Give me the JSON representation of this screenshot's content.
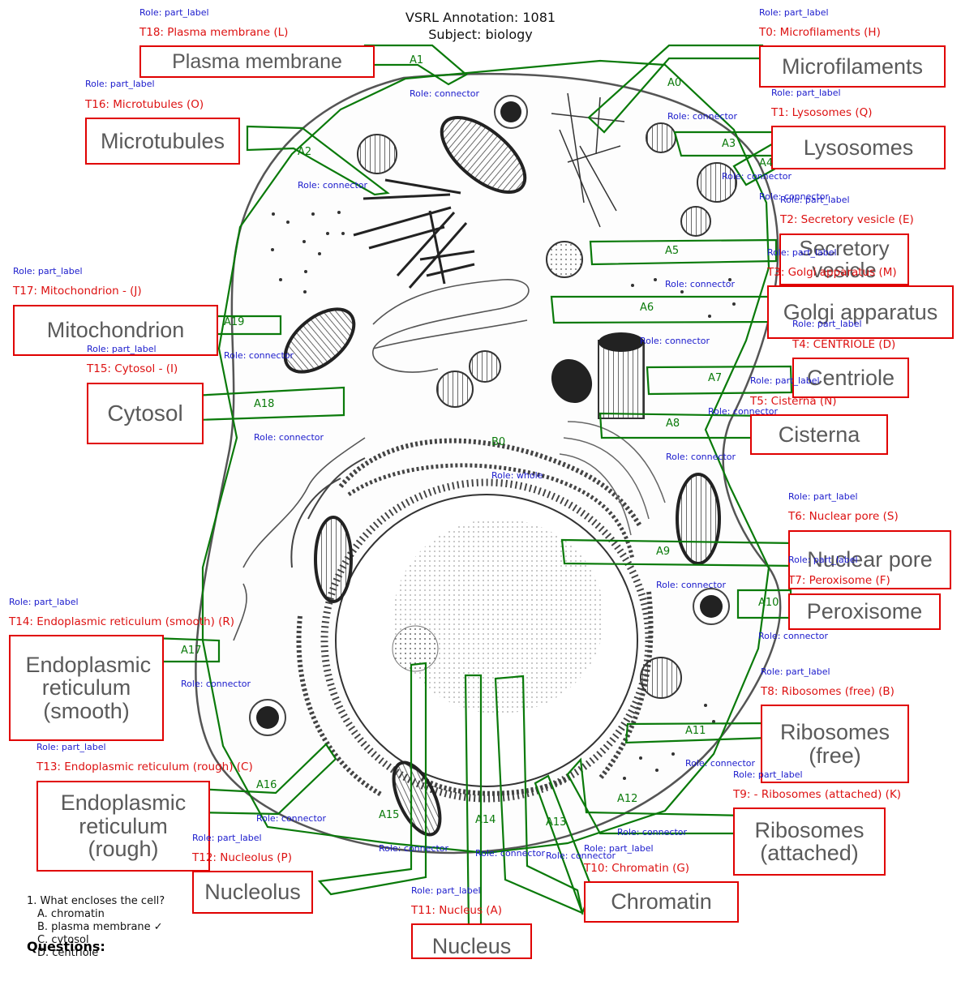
{
  "header": {
    "title": "VSRL Annotation: 1081",
    "subject": "Subject: biology"
  },
  "labels": [
    {
      "id": "T18",
      "role": "Role: part_label",
      "title": "T18: Plasma membrane (L)",
      "text": "Plasma membrane"
    },
    {
      "id": "T0",
      "role": "Role: part_label",
      "title": "T0: Microfilaments (H)",
      "text": "Microfilaments"
    },
    {
      "id": "T16",
      "role": "Role: part_label",
      "title": "T16: Microtubules (O)",
      "text": "Microtubules"
    },
    {
      "id": "T1",
      "role": "Role: part_label",
      "title": "T1: Lysosomes (Q)",
      "text": "Lysosomes"
    },
    {
      "id": "T2",
      "role": "Role: part_label",
      "title": "T2: Secretory vesicle (E)",
      "text": "Secretory vesicle"
    },
    {
      "id": "T3",
      "role": "Role: part_label",
      "title": "T3: Golgi apparatus (M)",
      "text": "Golgi apparatus"
    },
    {
      "id": "T17",
      "role": "Role: part_label",
      "title": "T17: Mitochondrion - (J)",
      "text": "Mitochondrion"
    },
    {
      "id": "T15",
      "role": "Role: part_label",
      "title": "T15: Cytosol - (I)",
      "text": "Cytosol"
    },
    {
      "id": "T4",
      "role": "Role: part_label",
      "title": "T4: CENTRIOLE (D)",
      "text": "Centriole"
    },
    {
      "id": "T5",
      "role": "Role: part_label",
      "title": "T5: Cisterna (N)",
      "text": "Cisterna"
    },
    {
      "id": "T6",
      "role": "Role: part_label",
      "title": "T6: Nuclear pore (S)",
      "text": "Nuclear pore"
    },
    {
      "id": "T7",
      "role": "Role: part_label",
      "title": "T7: Peroxisome (F)",
      "text": "Peroxisome"
    },
    {
      "id": "T14",
      "role": "Role: part_label",
      "title": "T14: Endoplasmic reticulum (smooth) (R)",
      "text": "Endoplasmic reticulum (smooth)"
    },
    {
      "id": "T8",
      "role": "Role: part_label",
      "title": "T8: Ribosomes (free) (B)",
      "text": "Ribosomes (free)"
    },
    {
      "id": "T13",
      "role": "Role: part_label",
      "title": "T13: Endoplasmic reticulum (rough) (C)",
      "text": "Endoplasmic reticulum (rough)"
    },
    {
      "id": "T9",
      "role": "Role: part_label",
      "title": "T9: - Ribosomes (attached) (K)",
      "text": "Ribosomes (attached)"
    },
    {
      "id": "T12",
      "role": "Role: part_label",
      "title": "T12: Nucleolus (P)",
      "text": "Nucleolus"
    },
    {
      "id": "T10",
      "role": "Role: part_label",
      "title": "T10: Chromatin (G)",
      "text": "Chromatin"
    },
    {
      "id": "T11",
      "role": "Role: part_label",
      "title": "T11: Nucleus (A)",
      "text": "Nucleus"
    }
  ],
  "connectors": [
    {
      "id": "A0",
      "role": "Role: connector"
    },
    {
      "id": "A1",
      "role": "Role: connector"
    },
    {
      "id": "A2",
      "role": "Role: connector"
    },
    {
      "id": "A3",
      "role": "Role: connector"
    },
    {
      "id": "A4",
      "role": "Role: connector"
    },
    {
      "id": "A5",
      "role": "Role: connector"
    },
    {
      "id": "A6",
      "role": "Role: connector"
    },
    {
      "id": "A7",
      "role": "Role: connector"
    },
    {
      "id": "A8",
      "role": "Role: connector"
    },
    {
      "id": "A9",
      "role": "Role: connector"
    },
    {
      "id": "A10",
      "role": "Role: connector"
    },
    {
      "id": "A11",
      "role": "Role: connector"
    },
    {
      "id": "A12",
      "role": "Role: connector"
    },
    {
      "id": "A13",
      "role": "Role: connector"
    },
    {
      "id": "A14",
      "role": "Role: connector"
    },
    {
      "id": "A15",
      "role": "Role: connector"
    },
    {
      "id": "A16",
      "role": "Role: connector"
    },
    {
      "id": "A17",
      "role": "Role: connector"
    },
    {
      "id": "A18",
      "role": "Role: connector"
    },
    {
      "id": "A19",
      "role": "Role: connector"
    }
  ],
  "whole": {
    "id": "B0",
    "role": "Role: whole"
  },
  "questions": {
    "heading": "Questions:",
    "items": [
      {
        "text": "1. What encloses the cell?",
        "options": [
          "A. chromatin",
          "B. plasma membrane ✓",
          "C. cytosol",
          "D. centriole"
        ]
      }
    ]
  },
  "colors": {
    "label_box": "#e00000",
    "connector": "#0a7a0a",
    "role_text": "#1a1acc",
    "title_text": "#dd1111"
  }
}
